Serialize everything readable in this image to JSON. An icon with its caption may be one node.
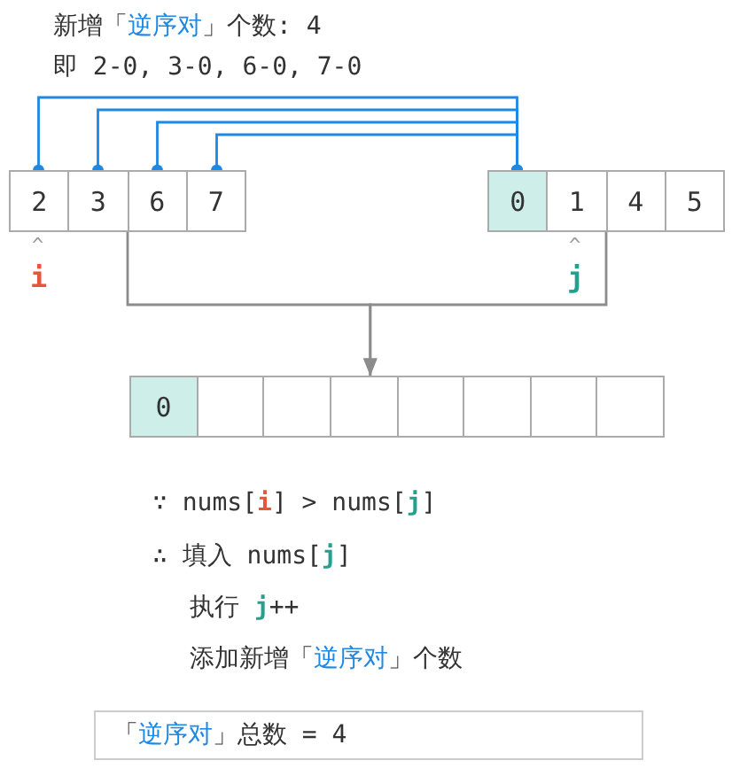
{
  "diagram": {
    "nodes": [
      {
        "text": [],
        "shape": "box"
      },
      {
        "text": [
          "2"
        ],
        "in": 0
      },
      {
        "text": [
          "3"
        ],
        "in": 0
      },
      {
        "text": [
          "6"
        ],
        "in": 0
      },
      {
        "text": [
          "7"
        ],
        "in": 0
      },
      {
        "text": [],
        "shape": "box"
      },
      {
        "text": [
          "0"
        ],
        "in": 5
      },
      {
        "text": [
          "1"
        ],
        "in": 5
      },
      {
        "text": [
          "4"
        ],
        "in": 5
      },
      {
        "text": [
          "5"
        ],
        "in": 5
      },
      {
        "text": [],
        "shape": "box"
      },
      {
        "text": [
          "0"
        ],
        "in": 10
      },
      {
        "text": [],
        "shape": "box",
        "in": 10
      },
      {
        "text": [],
        "shape": "box",
        "in": 10
      },
      {
        "text": [],
        "shape": "box",
        "in": 10
      },
      {
        "text": [],
        "shape": "box",
        "in": 10
      },
      {
        "text": [],
        "shape": "box",
        "in": 10
      },
      {
        "text": [],
        "shape": "box",
        "in": 10
      },
      {
        "text": [],
        "shape": "box",
        "in": 10
      },
      {
        "text": [
          "「**逆序对**」总数 = 4"
        ]
      }
    ],
    "edges": [
      {
        "from": 6,
        "to": 1,
        "arrow": "other"
      },
      {
        "from": 6,
        "to": 2,
        "arrow": "other"
      },
      {
        "from": 6,
        "to": 3,
        "arrow": "other"
      },
      {
        "from": 6,
        "to": 4,
        "arrow": "other"
      },
      {
        "from": 0,
        "to": 10,
        "arrow": "to",
        "color": "#8c8c8c"
      },
      {
        "from": 5,
        "to": 10,
        "arrow": "to",
        "color": "#8c8c8c"
      }
    ],
    "labels": [
      "新增「**逆序对**」个数: 4",
      "即 2-0, 3-0, 6-0, 7-0",
      "^",
      "i",
      "^",
      "j",
      "∵ nums[*i*] > nums[**j**]",
      "∴ 填入 nums[**j**]",
      "执行 **j**++",
      "添加新增「**逆序对**」个数"
    ]
  }
}
